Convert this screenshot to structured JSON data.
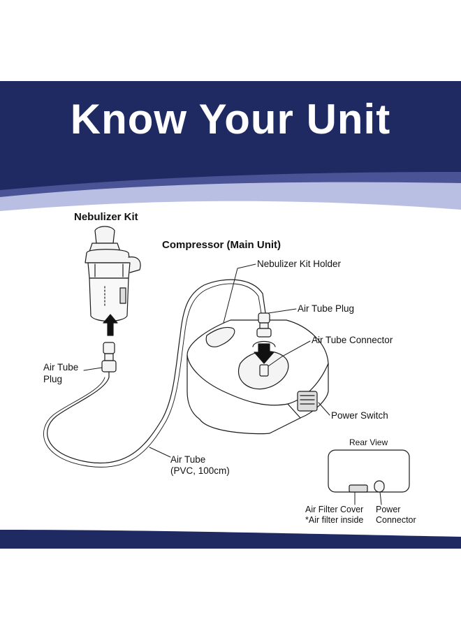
{
  "header": {
    "title": "Know Your Unit"
  },
  "colors": {
    "banner_dark": "#1f2a63",
    "banner_wave": "#b9bfe2",
    "banner_mid": "#4a5396",
    "line": "#1a1a1a"
  },
  "diagram": {
    "nebulizer_kit": "Nebulizer Kit",
    "compressor": "Compressor (Main Unit)",
    "nebulizer_kit_holder": "Nebulizer Kit Holder",
    "air_tube_plug_right": "Air Tube Plug",
    "air_tube_connector": "Air Tube Connector",
    "air_tube_plug_left_line1": "Air Tube",
    "air_tube_plug_left_line2": "Plug",
    "power_switch": "Power Switch",
    "rear_view": "Rear View",
    "air_tube_line1": "Air Tube",
    "air_tube_line2": "(PVC, 100cm)",
    "air_filter_cover_line1": "Air Filter Cover",
    "air_filter_cover_line2": "*Air filter inside",
    "power_connector_line1": "Power",
    "power_connector_line2": "Connector"
  }
}
